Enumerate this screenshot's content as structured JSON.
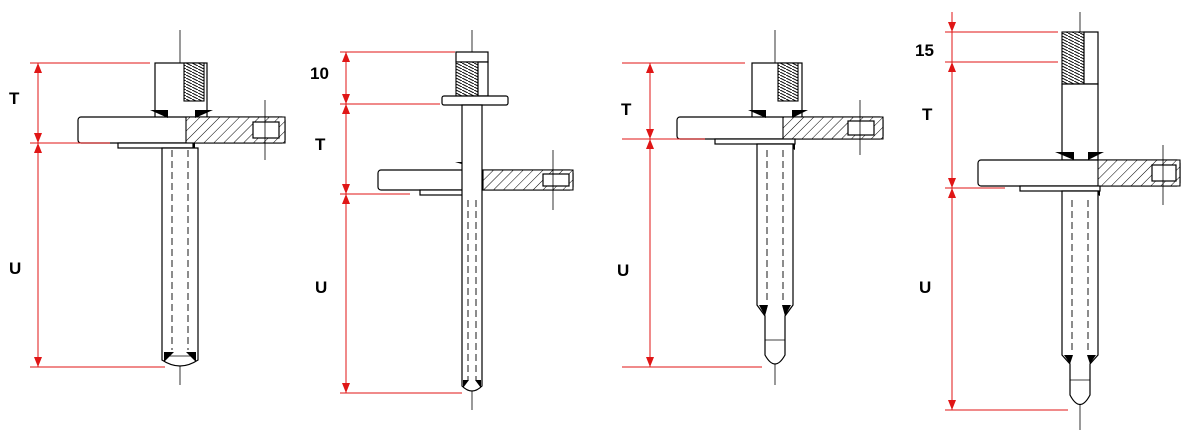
{
  "figures": [
    {
      "id": "fig1",
      "labels": {
        "T": "T",
        "U": "U"
      }
    },
    {
      "id": "fig2",
      "labels": {
        "top": "10",
        "T": "T",
        "U": "U"
      }
    },
    {
      "id": "fig3",
      "labels": {
        "T": "T",
        "U": "U"
      }
    },
    {
      "id": "fig4",
      "labels": {
        "top": "15",
        "T": "T",
        "U": "U"
      }
    }
  ],
  "colors": {
    "dimension": "#e01616",
    "drawing": "#000000"
  }
}
